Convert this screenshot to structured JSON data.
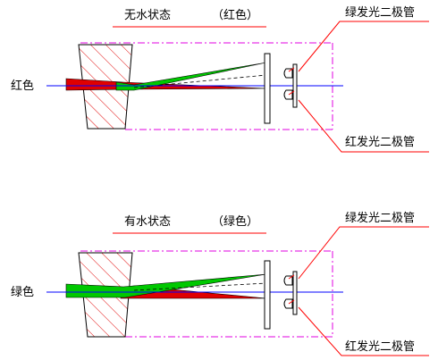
{
  "panels": [
    {
      "state_label": "无水状态",
      "color_label": "（红色）",
      "side_label": "红色",
      "top_led_label": "绿发光二极管",
      "bottom_led_label": "红发光二极管",
      "mode": "red"
    },
    {
      "state_label": "有水状态",
      "color_label": "（绿色）",
      "side_label": "绿色",
      "top_led_label": "绿发光二极管",
      "bottom_led_label": "红发光二极管",
      "mode": "green"
    }
  ],
  "colors": {
    "beam_red": "#e00000",
    "beam_green": "#00c800",
    "axis": "#0000ff",
    "frame": "#e000e0",
    "leader": "#ff0000",
    "prism_hatch": "#e00000",
    "underline": "#ff0000"
  }
}
